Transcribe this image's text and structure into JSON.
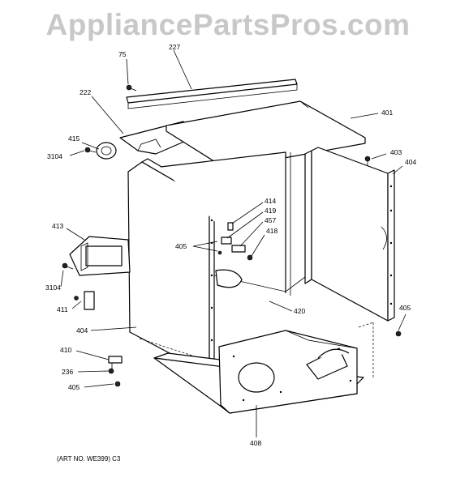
{
  "watermark": "AppliancePartsPros.com",
  "art_number": "(ART NO. WE399) C3",
  "callouts": {
    "c75": "75",
    "c227": "227",
    "c222": "222",
    "c401": "401",
    "c415": "415",
    "c3104a": "3104",
    "c403": "403",
    "c404a": "404",
    "c414": "414",
    "c419": "419",
    "c457": "457",
    "c405a": "405",
    "c418": "418",
    "c413": "413",
    "c3104b": "3104",
    "c411": "411",
    "c420": "420",
    "c405b": "405",
    "c404b": "404",
    "c410": "410",
    "c236": "236",
    "c405c": "405",
    "c408": "408"
  }
}
